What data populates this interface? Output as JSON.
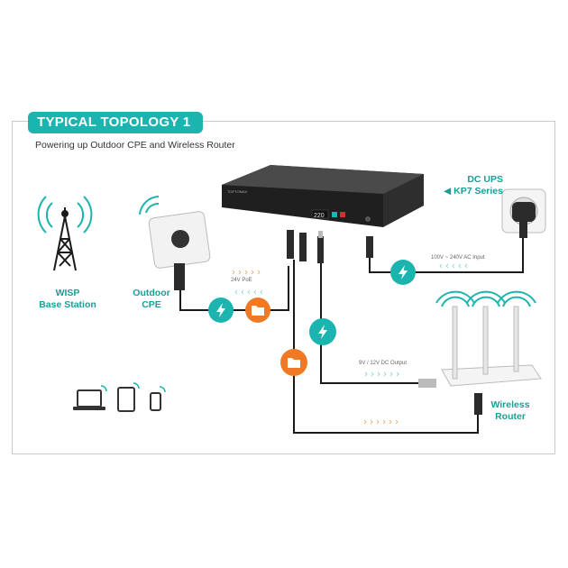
{
  "header": {
    "title": "TYPICAL TOPOLOGY 1",
    "subtitle": "Powering up Outdoor CPE and Wireless Router"
  },
  "labels": {
    "wisp_line1": "WISP",
    "wisp_line2": "Base Station",
    "cpe_line1": "Outdoor",
    "cpe_line2": "CPE",
    "ups_line1": "DC UPS",
    "ups_line2": "◀ KP7 Series",
    "router_line1": "Wireless",
    "router_line2": "Router",
    "poe_24v": "24V PoE",
    "ac_input": "100V ~ 240V AC Input",
    "dc_output": "9V / 12V DC Output",
    "display_value": "220",
    "brand": "TOPTOMAX"
  },
  "colors": {
    "teal": "#1cb4ae",
    "orange": "#f07a24",
    "cable": "#1a1a1a",
    "device": "#2b2b2b"
  },
  "icons": [
    "tower-icon",
    "cpe-antenna-icon",
    "ups-device-icon",
    "wall-socket-icon",
    "router-icon",
    "power-bolt-icon",
    "data-folder-icon",
    "laptop-icon",
    "tablet-icon",
    "phone-icon"
  ]
}
